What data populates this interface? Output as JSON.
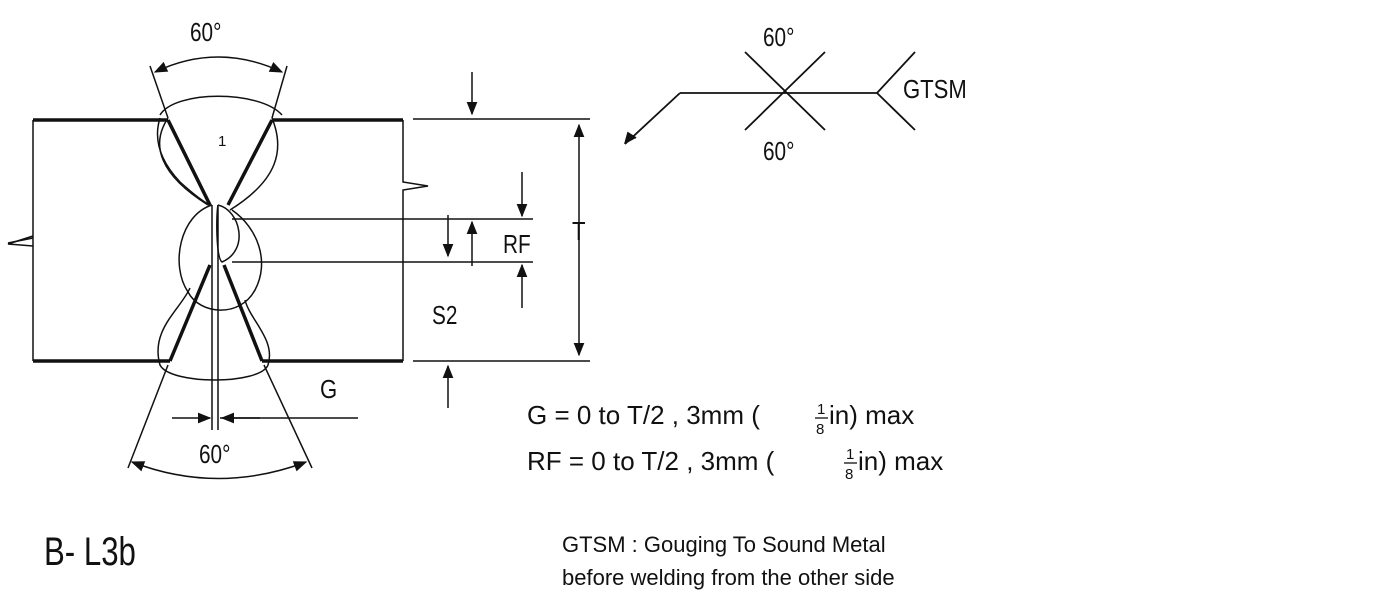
{
  "diagram": {
    "top_angle": "60°",
    "bottom_angle": "60°",
    "pass_number": "1",
    "label_rf": "RF",
    "label_t": "T",
    "label_s2": "S2",
    "label_g": "G",
    "designation": "B- L3b"
  },
  "symbol": {
    "arrow_angle": "60°",
    "other_angle": "60°",
    "tail_text": "GTSM"
  },
  "notes": {
    "g_prefix": "G = 0 to T/2 , 3mm (",
    "rf_prefix": "RF = 0 to T/2 , 3mm (",
    "frac_num": "1",
    "frac_den": "8",
    "suffix": " in) max"
  },
  "footnote": {
    "line1": "GTSM : Gouging To Sound Metal",
    "line2": "before welding from the other side"
  }
}
